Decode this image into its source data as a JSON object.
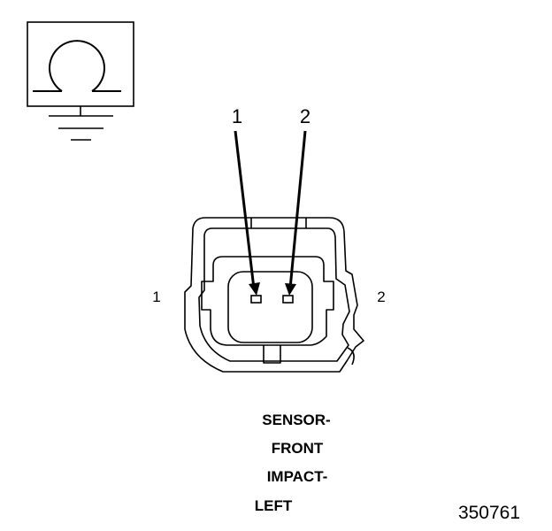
{
  "ohm_symbol": {
    "icon": "ohmmeter-icon",
    "glyph": "Ω"
  },
  "pin_callouts": [
    "1",
    "2"
  ],
  "side_labels": {
    "left": "1",
    "right": "2"
  },
  "caption_lines": [
    "SENSOR-",
    "FRONT",
    "IMPACT-",
    "LEFT"
  ],
  "figure_number": "350761",
  "colors": {
    "line": "#000000",
    "background": "#ffffff"
  }
}
